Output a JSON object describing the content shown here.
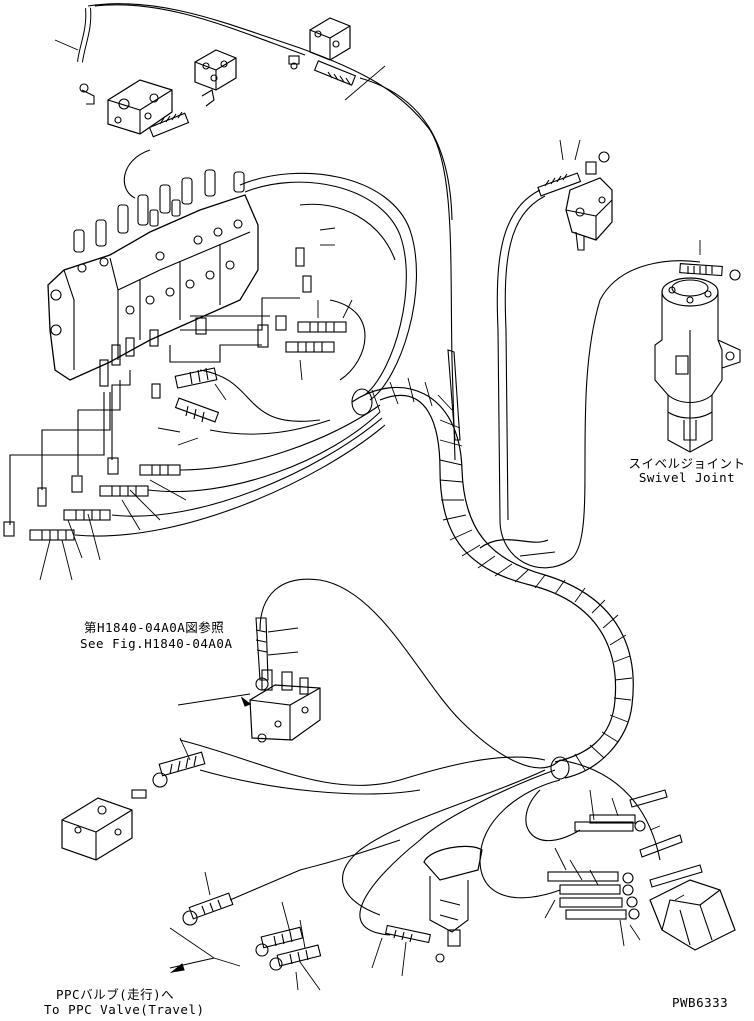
{
  "labels": {
    "swivel_joint_jp": "スイベルジョイント",
    "swivel_joint_en": "Swivel Joint",
    "see_fig_jp": "第H1840-04A0A図参照",
    "see_fig_en": "See Fig.H1840-04A0A",
    "ppc_valve_jp": "PPCバルブ(走行)へ",
    "ppc_valve_en": "To PPC Valve(Travel)",
    "drawing_number": "PWB6333"
  }
}
